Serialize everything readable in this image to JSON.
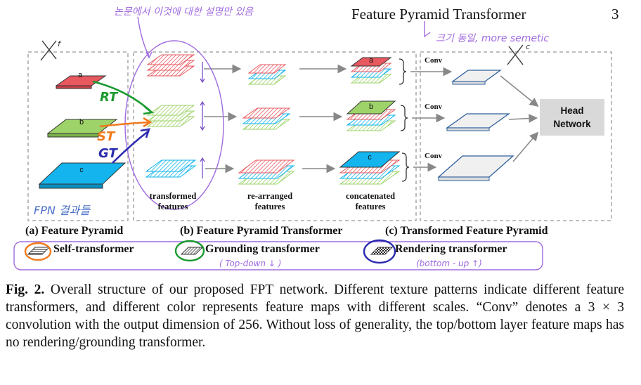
{
  "header": {
    "running_title": "Feature Pyramid Transformer",
    "page_number": "3"
  },
  "figure": {
    "panel_labels": [
      "(a) Feature Pyramid",
      "(b) Feature Pyramid Transformer",
      "(c) Transformed Feature Pyramid"
    ],
    "legend": [
      "Self-transformer",
      "Grounding transformer",
      "Rendering transformer"
    ],
    "layer_letters": [
      "a",
      "b",
      "c"
    ],
    "stage_labels": {
      "transformed": "transformed\nfeatures",
      "rearranged": "re-arranged\nfeatures",
      "concatenated": "concatenated\nfeatures"
    },
    "conv_label": "Conv",
    "head_label": "Head\nNetwork",
    "handwriting": {
      "top_korean": "논문에서 이것에 대한 설명만 있음",
      "size_note": "크기 동일, more semetic",
      "x_f": "X",
      "x_f_sup": "f",
      "x_c": "X",
      "x_c_sup": "c",
      "rt": "RT",
      "st": "ST",
      "gt": "GT",
      "fpn_note": "FPN 결과들",
      "top_down": "( Top-down ↓ )",
      "bottom_up": "(bottom - up ↑)"
    },
    "colors": {
      "red": "#e8585f",
      "green": "#9ed36a",
      "blue": "#14b4ee",
      "purple": "#7a4fc7",
      "hand_green": "#1a9a2e",
      "hand_orange": "#f07a1c",
      "hand_blue": "#2b2bb0"
    }
  },
  "caption": {
    "label": "Fig. 2.",
    "text": "Overall structure of our proposed FPT network. Different texture patterns indicate different feature transformers, and different color represents feature maps with different scales. “Conv” denotes a 3 × 3 convolution with the output dimension of 256. Without loss of generality, the top/bottom layer feature maps has no rendering/grounding transformer."
  }
}
